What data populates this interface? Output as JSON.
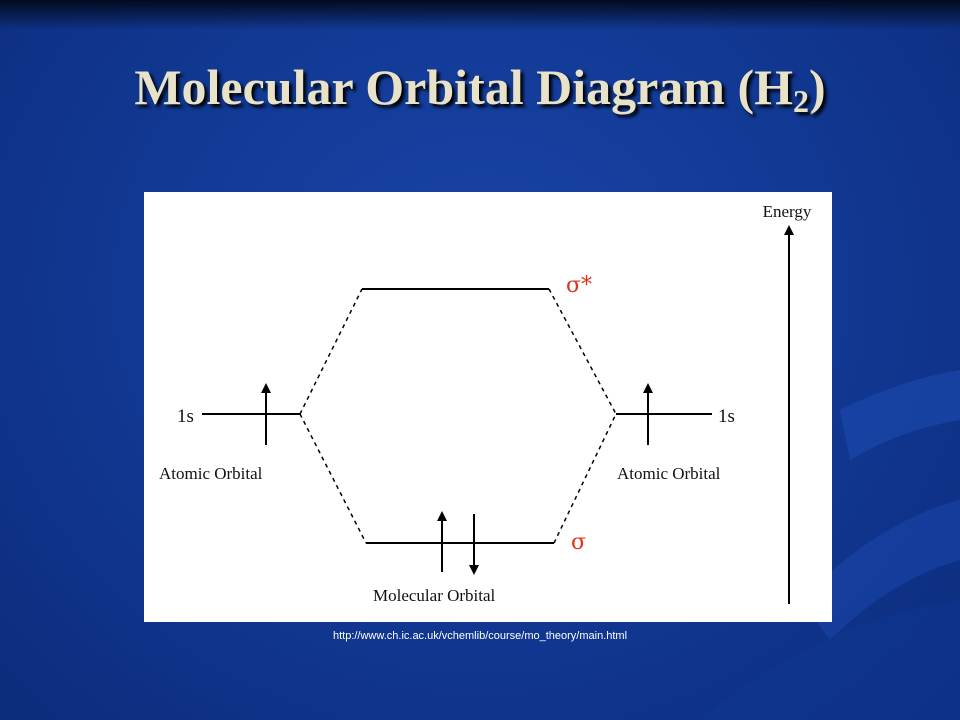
{
  "slide": {
    "title_main": "Molecular Orbital Diagram (H",
    "title_sub": "2",
    "title_close": ")",
    "caption": "http://www.ch.ic.ac.uk/vchemlib/course/mo_theory/main.html"
  },
  "diagram": {
    "energy_label": "Energy",
    "left_orbital_label": "1s",
    "right_orbital_label": "1s",
    "left_caption": "Atomic Orbital",
    "right_caption": "Atomic Orbital",
    "bottom_caption": "Molecular Orbital",
    "antibonding_label": "σ*",
    "bonding_label": "σ"
  },
  "colors": {
    "background": "#123a96",
    "title": "#e8e3c8",
    "sigma_label": "#e0331f"
  }
}
